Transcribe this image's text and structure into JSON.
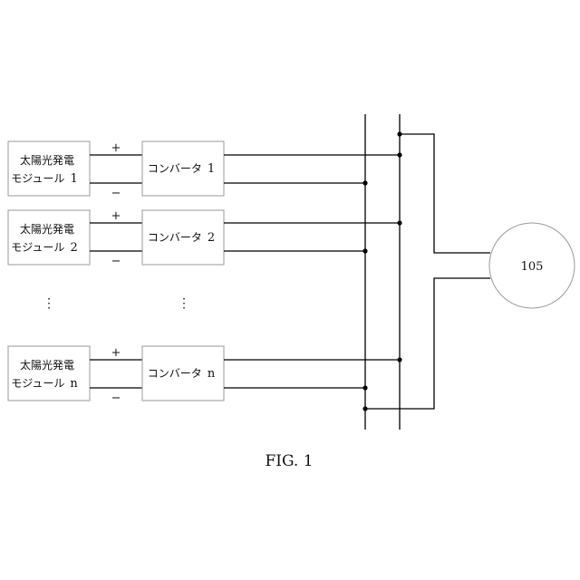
{
  "modules": [
    {
      "line1": "太陽光発電",
      "line2": "モジュール",
      "index": "1",
      "plus": "+",
      "minus": "−",
      "converter_label": "コンバータ",
      "converter_index": "1"
    },
    {
      "line1": "太陽光発電",
      "line2": "モジュール",
      "index": "2",
      "plus": "+",
      "minus": "−",
      "converter_label": "コンバータ",
      "converter_index": "2"
    },
    {
      "line1": "太陽光発電",
      "line2": "モジュール",
      "index": "n",
      "plus": "+",
      "minus": "−",
      "converter_label": "コンバータ",
      "converter_index": "n"
    }
  ],
  "ellipsis": "⋮",
  "load": {
    "label": "105"
  },
  "caption": "FIG. 1"
}
